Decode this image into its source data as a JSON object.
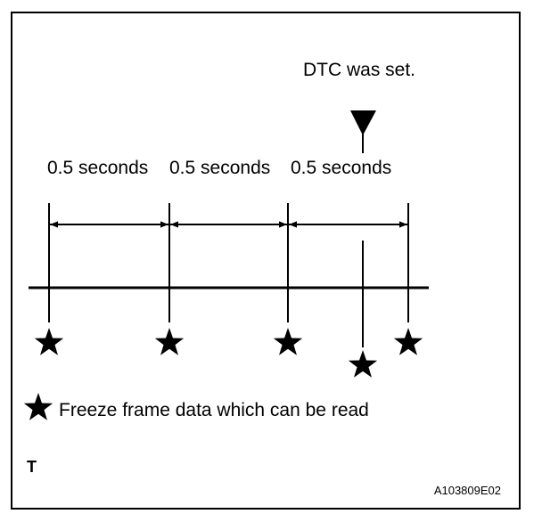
{
  "diagram": {
    "dtc_label": "DTC was set.",
    "interval_labels": [
      "0.5 seconds",
      "0.5 seconds",
      "0.5 seconds"
    ],
    "legend_text": "Freeze frame data which can be read",
    "corner_mark": "T",
    "figure_id": "A103809E02",
    "star_icon": "star-icon",
    "dtc_marker_icon": "down-triangle-icon"
  }
}
